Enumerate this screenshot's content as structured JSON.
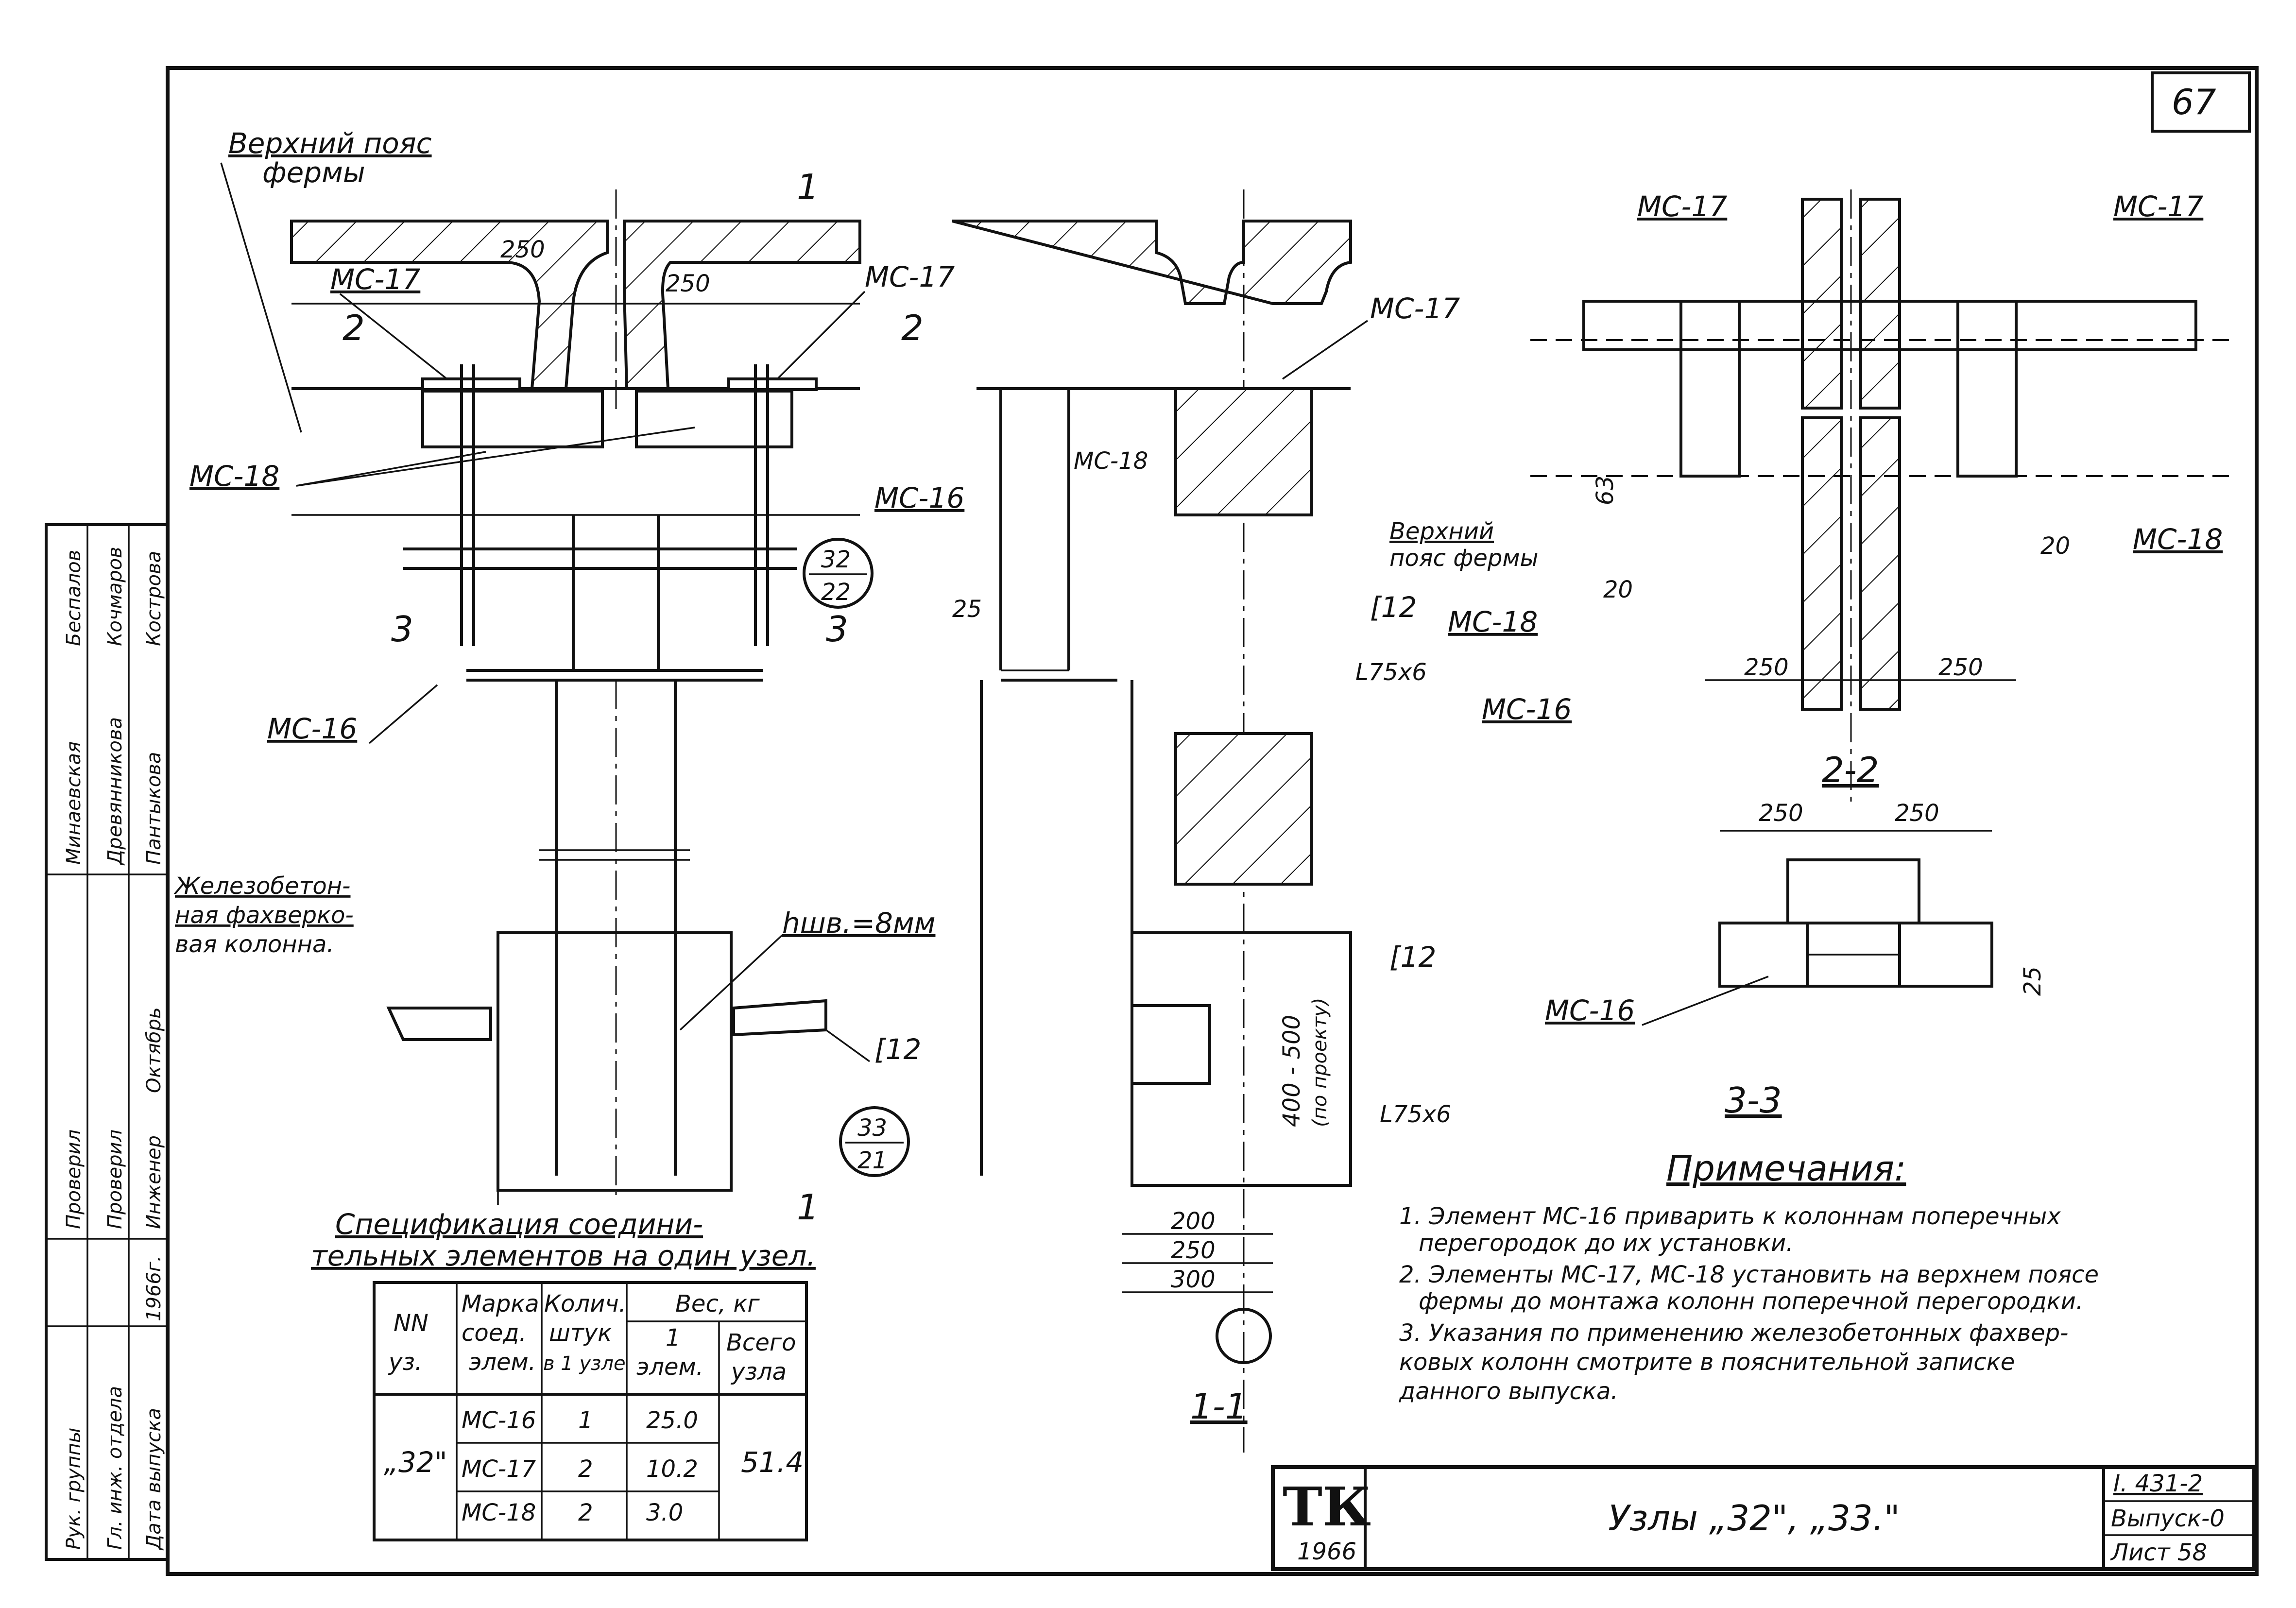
{
  "sheet": {
    "number": "67",
    "stamp": "ТК",
    "stamp_year": "1966",
    "title": "Узлы „32\", „33.\"",
    "series": "I. 431-2",
    "issue": "Выпуск-0",
    "list": "Лист 58"
  },
  "labels": {
    "top_chord": "Верхний пояс",
    "truss": "фермы",
    "mc16": "МС-16",
    "mc17": "МС-17",
    "mc18": "МС-18",
    "c12": "[12",
    "l75": "L75x6",
    "weld": "hшв.=8мм",
    "column_desc_1": "Железобетон-",
    "column_desc_2": "ная фахверко-",
    "column_desc_3": "вая колонна.",
    "top_chord_2": "Верхний",
    "top_chord_3": "пояс фермы",
    "dim_400_500": "400 - 500",
    "dim_by_project": "(по проекту)"
  },
  "cuts": {
    "c1": "1",
    "c2": "2",
    "c3": "3",
    "section_1_1": "1-1",
    "section_2_2": "2-2",
    "section_3_3": "3-3"
  },
  "nodes": {
    "n32_top": "32",
    "n32_bottom": "22",
    "n33_top": "33",
    "n33_bottom": "21"
  },
  "dims": {
    "d250": "250",
    "d63": "63",
    "d20": "20",
    "d25": "25",
    "d200": "200",
    "d300": "300"
  },
  "notes": {
    "heading": "Примечания:",
    "n1a": "1. Элемент МС-16 приварить к колоннам поперечных",
    "n1b": "перегородок до их установки.",
    "n2a": "2. Элементы МС-17, МС-18 установить на верхнем поясе",
    "n2b": "фермы до монтажа колонн поперечной перегородки.",
    "n3a": "3. Указания по применению железобетонных фахвер-",
    "n3b": "ковых колонн смотрите в пояснительной записке",
    "n3c": "данного выпуска."
  },
  "spec": {
    "title_1": "Спецификация соедини-",
    "title_2": "тельных элементов на один узел.",
    "headers": {
      "nn": "NN",
      "uz": "уз.",
      "mark_1": "Марка",
      "mark_2": "соед.",
      "mark_3": "элем.",
      "qty_1": "Колич.",
      "qty_2": "штук",
      "qty_3": "в 1 узле",
      "weight": "Вес, кг",
      "per_1": "1",
      "per_2": "элем.",
      "total_1": "Всего",
      "total_2": "узла"
    },
    "node": "„32\"",
    "total": "51.4",
    "rows": [
      {
        "mark": "МС-16",
        "qty": "1",
        "weight": "25.0"
      },
      {
        "mark": "МС-17",
        "qty": "2",
        "weight": "10.2"
      },
      {
        "mark": "МС-18",
        "qty": "2",
        "weight": "3.0"
      }
    ]
  },
  "stamp_block": {
    "roles": [
      "Инженер",
      "Проверил",
      "Проверил",
      "Рук. группы",
      "Гл. инж. отдела",
      "Дата выпуска"
    ],
    "names": [
      "Пантыкова",
      "Древянникова",
      "Минаевская",
      "Кострова",
      "Кочмаров",
      "Беспалов"
    ],
    "year": "1966г.",
    "date": "Октябрь"
  }
}
